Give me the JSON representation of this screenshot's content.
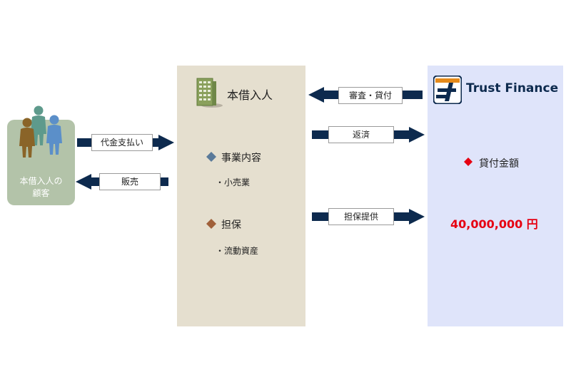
{
  "customers": {
    "label": "本借入人の\n顧客"
  },
  "borrower": {
    "title": "本借入人",
    "business_heading": "事業内容",
    "business_item": "・小売業",
    "collateral_heading": "担保",
    "collateral_item": "・流動資産"
  },
  "lender": {
    "logo_text": "Trust Finance",
    "loan_heading": "貸付金額",
    "loan_amount": "40,000,000 円"
  },
  "arrows": {
    "payment": "代金支払い",
    "sales": "販売",
    "review_loan": "審査・貸付",
    "repayment": "返済",
    "collateral_provision": "担保提供"
  },
  "colors": {
    "arrow": "#0d2a4e",
    "borrower_bg": "#e5dfcf",
    "lender_bg": "#dfe4fa",
    "customers_bg": "#b3c3a9",
    "amount": "#e60012",
    "diamond_blue": "#5a7a9a",
    "diamond_brown": "#a0603a",
    "diamond_red": "#e60012"
  }
}
